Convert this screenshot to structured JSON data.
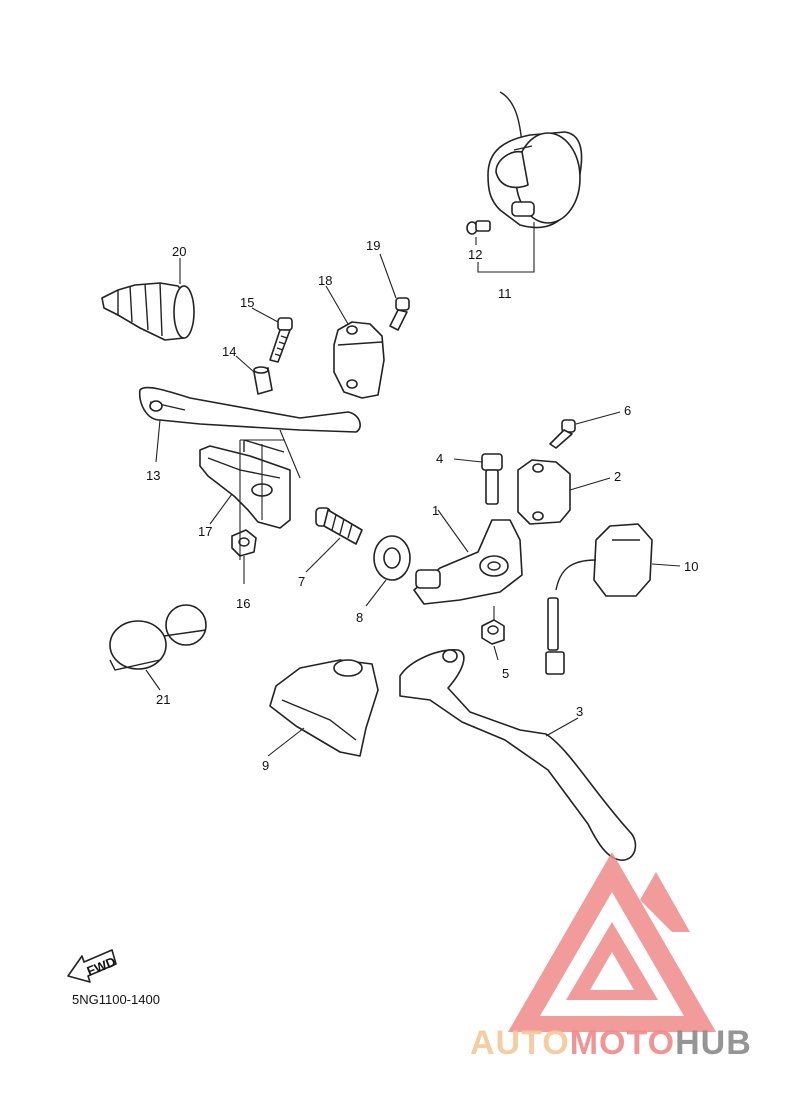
{
  "callouts": [
    {
      "num": "1"
    },
    {
      "num": "2"
    },
    {
      "num": "3"
    },
    {
      "num": "4"
    },
    {
      "num": "5"
    },
    {
      "num": "6"
    },
    {
      "num": "7"
    },
    {
      "num": "8"
    },
    {
      "num": "9"
    },
    {
      "num": "10"
    },
    {
      "num": "11"
    },
    {
      "num": "12"
    },
    {
      "num": "13"
    },
    {
      "num": "14"
    },
    {
      "num": "15"
    },
    {
      "num": "16"
    },
    {
      "num": "17"
    },
    {
      "num": "18"
    },
    {
      "num": "19"
    },
    {
      "num": "20"
    },
    {
      "num": "21"
    }
  ],
  "fwd_label": "FWD",
  "diagram_code": "5NG1100-1400",
  "watermark": {
    "part1": "AUTO",
    "part2": "MOTO",
    "part3": "HUB",
    "color_light": "#f5c89a",
    "color_red": "#ef8a8a",
    "color_dark": "#8a8a8a"
  }
}
